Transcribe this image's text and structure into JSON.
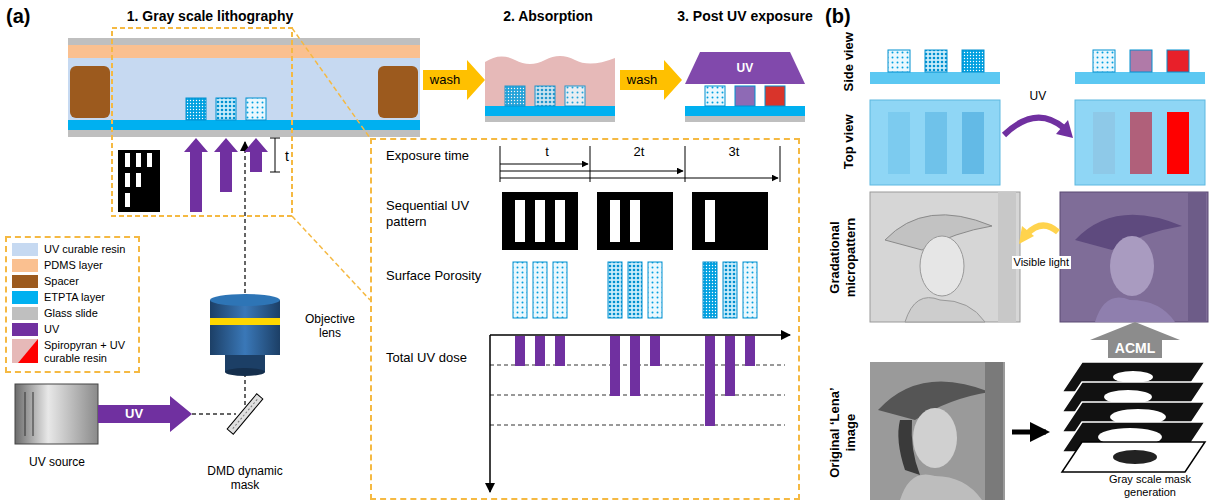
{
  "diagram": {
    "nodes": [
      {
        "text": [
          "wash"
        ]
      },
      {
        "text": [
          "wash"
        ]
      },
      {
        "text": [
          "Exposure time",
          "t",
          "2t",
          "3t",
          "Sequential UV pattern",
          "Surface Porosity",
          "Total UV dose"
        ]
      },
      {
        "text": [
          "ACML"
        ]
      }
    ],
    "labels": [
      "(a)",
      "1. Gray scale lithography",
      "2. Absorption",
      "3. Post UV exposure",
      "UV",
      "t",
      "Objective lens",
      "UV",
      "UV source",
      "DMD dynamic mask",
      "(b)",
      "Side view",
      "Top view",
      "UV",
      "Gradational micropattern",
      "Visible light",
      "Original ‘Lena’ image",
      "Gray scale mask generation"
    ],
    "legend": [
      {
        "text": "UV curable resin",
        "color": "#c6d9f1"
      },
      {
        "text": "PDMS layer",
        "color": "#fac090"
      },
      {
        "text": "Spacer",
        "color": "#9c5a1e"
      },
      {
        "text": "ETPTA layer",
        "color": "#00b0f0"
      },
      {
        "text": "Glass slide",
        "color": "#bfbfbf"
      },
      {
        "text": "UV",
        "color": "#7030a0"
      },
      {
        "text": "Spiropyran + UV curable resin",
        "color": "#e6b9b8"
      }
    ]
  }
}
